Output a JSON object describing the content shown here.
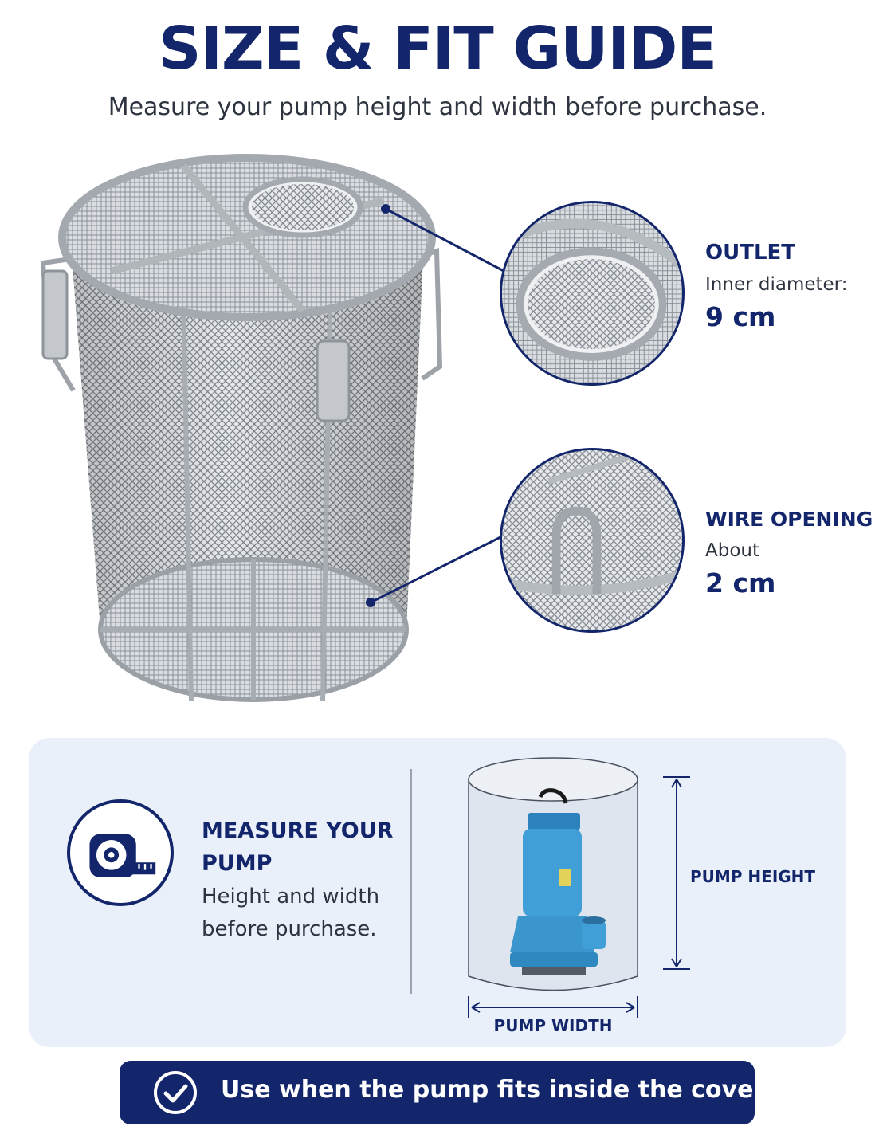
{
  "header": {
    "title": "SIZE & FIT GUIDE",
    "subtitle": "Measure your pump height and width before purchase."
  },
  "callouts": {
    "outlet": {
      "title": "OUTLET",
      "label": "Inner diameter:",
      "value": "9 cm"
    },
    "wire_opening": {
      "title": "WIRE OPENING",
      "label": "About",
      "value": "2 cm"
    }
  },
  "measure": {
    "title": "MEASURE YOUR PUMP",
    "description": "Height and width before purchase.",
    "icon": "tape-measure-icon",
    "height_label": "PUMP HEIGHT",
    "width_label": "PUMP WIDTH"
  },
  "banner": {
    "icon": "check-circle-icon",
    "text": "Use when the pump fits inside the cover."
  },
  "colors": {
    "navy": "#13266b",
    "panel": "#eaf0f9",
    "pump_blue": "#3f9fd6",
    "steel": "#b8bcc2"
  }
}
